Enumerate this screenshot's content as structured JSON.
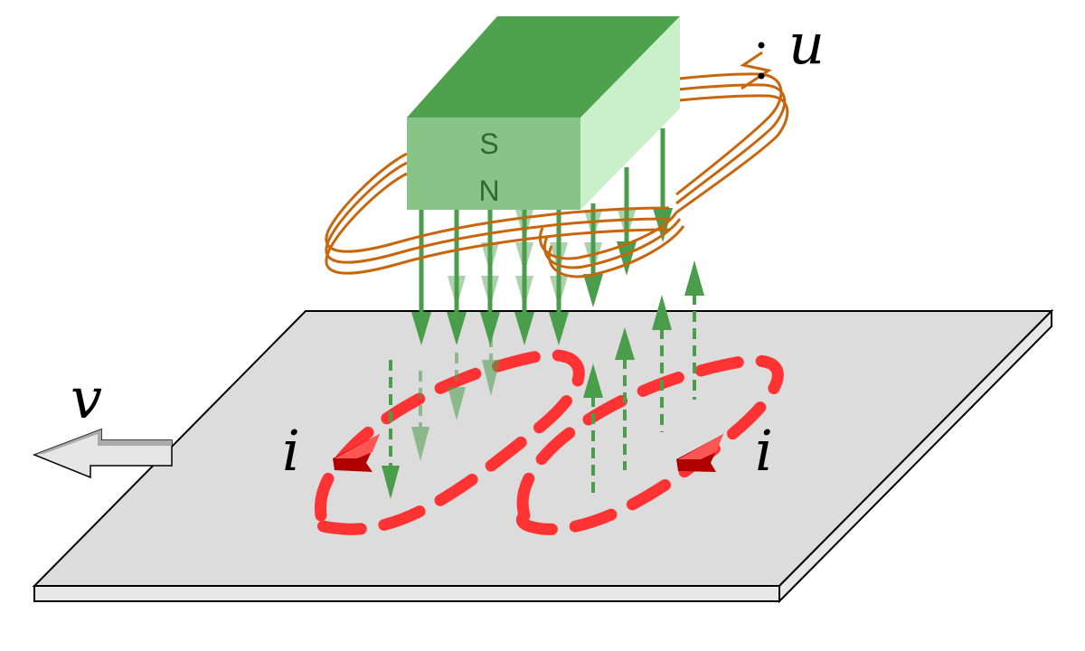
{
  "magnet": {
    "top_pole": "S",
    "bottom_pole": "N",
    "colors": {
      "top": "#4ea24e",
      "front": "#88c488",
      "side": "#c9f0c9",
      "text": "#2e6b33"
    }
  },
  "labels": {
    "voltage": "u",
    "velocity": "v",
    "current_left": "i",
    "current_right": "i"
  },
  "colors": {
    "coil": "#c8660e",
    "flux": "#4a9d4a",
    "eddy": "#ff3333",
    "eddy_arrow": "#b00000",
    "plate_top": "#dcdcdc",
    "plate_edge": "#e8e8e8",
    "velocity_arrow": "#bbbbbb"
  },
  "icons": {
    "magnet": "bar-magnet-icon",
    "coil": "pickup-coil-icon",
    "flux_down": "flux-arrow-down-icon",
    "flux_up": "flux-arrow-up-icon",
    "eddy": "eddy-current-loop-icon",
    "velocity": "velocity-arrow-icon"
  }
}
